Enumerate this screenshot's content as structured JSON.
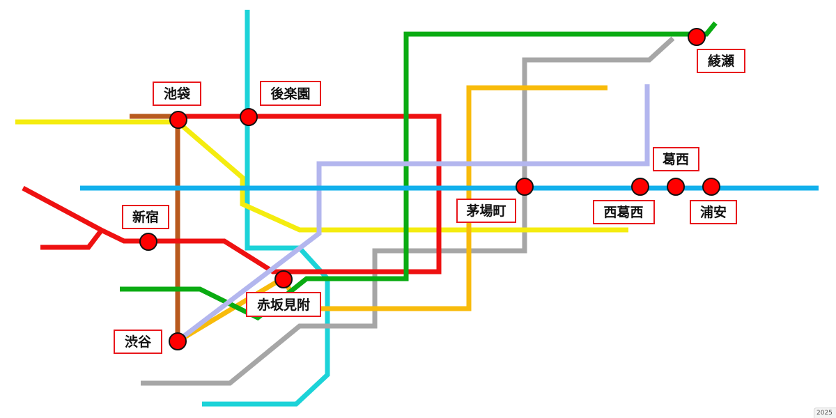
{
  "colors": {
    "red": "#ee1111",
    "cyan": "#1cd3d8",
    "yellow": "#f4ec0f",
    "brown": "#b85a1e",
    "green": "#0aab12",
    "gray": "#a6a6a6",
    "orange": "#f8bb0b",
    "lavender": "#b3b6ee",
    "sky": "#12b0ec",
    "station_fill": "#ff0000",
    "label_border": "#e8161b"
  },
  "stations": [
    {
      "id": "ikebukuro",
      "name": "池袋"
    },
    {
      "id": "korakuen",
      "name": "後楽園"
    },
    {
      "id": "shinjuku",
      "name": "新宿"
    },
    {
      "id": "akasaka_mitsuke",
      "name": "赤坂見附"
    },
    {
      "id": "shibuya",
      "name": "渋谷"
    },
    {
      "id": "kayabacho",
      "name": "茅場町"
    },
    {
      "id": "nishi_kasai",
      "name": "西葛西"
    },
    {
      "id": "kasai",
      "name": "葛西"
    },
    {
      "id": "urayasu",
      "name": "浦安"
    },
    {
      "id": "ayase",
      "name": "綾瀬"
    }
  ],
  "footer_tag": "2025"
}
